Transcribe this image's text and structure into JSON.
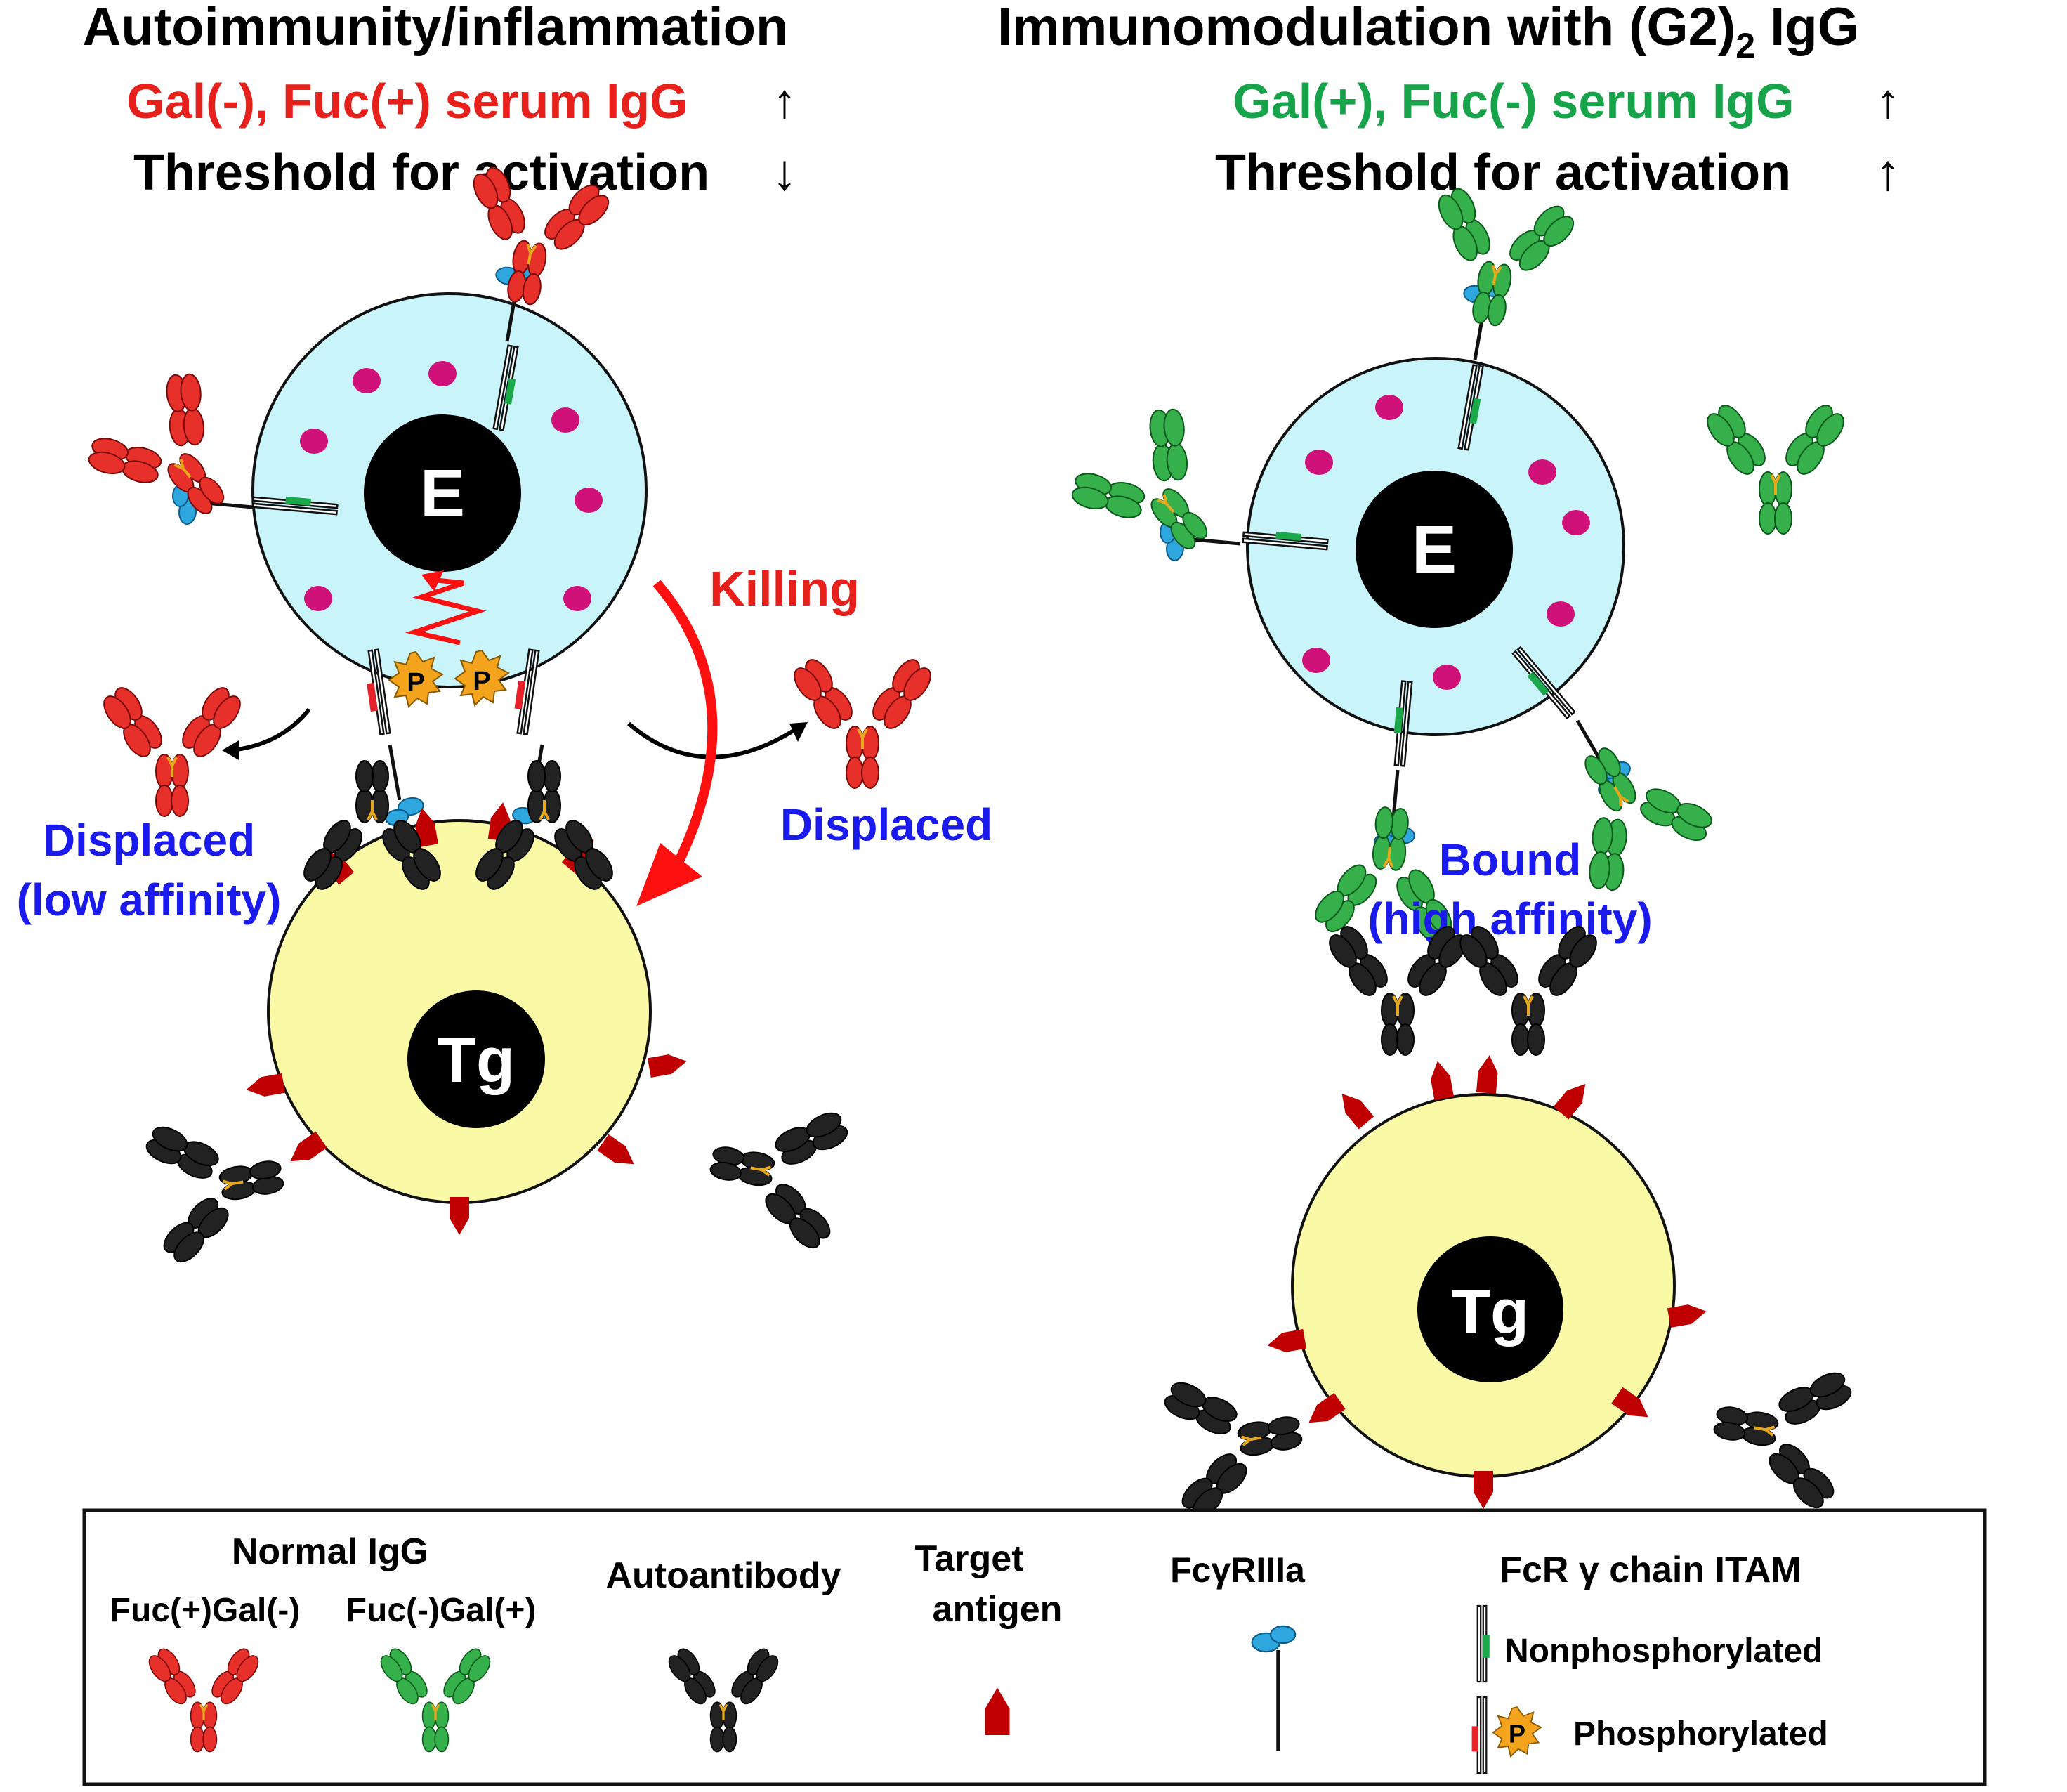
{
  "left_panel": {
    "title": "Autoimmunity/inflammation",
    "serum_line": "Gal(-), Fuc(+) serum IgG",
    "serum_arrow": "↑",
    "threshold_line": "Threshold for activation",
    "threshold_arrow": "↓",
    "effector_label": "E",
    "target_label": "Tg",
    "killing_label": "Killing",
    "displaced_left_line1": "Displaced",
    "displaced_left_line2": "(low affinity)",
    "displaced_right": "Displaced"
  },
  "right_panel": {
    "title_part1": "Immunomodulation with (G2)",
    "title_sub": "2",
    "title_part2": " IgG",
    "serum_line": "Gal(+), Fuc(-) serum IgG",
    "serum_arrow": "↑",
    "threshold_line": "Threshold for activation",
    "threshold_arrow": "↑",
    "effector_label": "E",
    "target_label": "Tg",
    "bound_line1": "Bound",
    "bound_line2": "(high affinity)"
  },
  "legend": {
    "normal_igg": "Normal IgG",
    "fuc_pos_gal_neg": "Fuc(+)Gal(-)",
    "fuc_neg_gal_pos": "Fuc(-)Gal(+)",
    "autoantibody": "Autoantibody",
    "target_antigen_line1": "Target",
    "target_antigen_line2": "antigen",
    "receptor": "FcγRIIIa",
    "itam_header": "FcR γ chain  ITAM",
    "nonphosphorylated": "Nonphosphorylated",
    "phosphorylated": "Phosphorylated",
    "p_label": "P"
  },
  "colors": {
    "red_igg": "#e8302a",
    "green_igg": "#35b04a",
    "black_igg": "#222222",
    "effector_cell": "#c8f4fa",
    "target_cell": "#fafaa6",
    "granule": "#d0117a",
    "receptor_head": "#2ea6de",
    "antigen": "#c00000",
    "itam_green": "#19a84a",
    "itam_red": "#e8202a",
    "phospho_star": "#f4a41c",
    "arrow_red": "#ff1010",
    "text_red": "#e8201c",
    "text_green": "#16a34a",
    "text_blue": "#1a1aee"
  },
  "icons": {
    "effector": "effector-cell-icon",
    "target": "target-cell-icon",
    "antibody": "antibody-icon",
    "receptor": "fc-receptor-icon",
    "antigen": "antigen-icon",
    "phospho": "phosphate-star-icon",
    "signal": "signal-zigzag-icon"
  }
}
